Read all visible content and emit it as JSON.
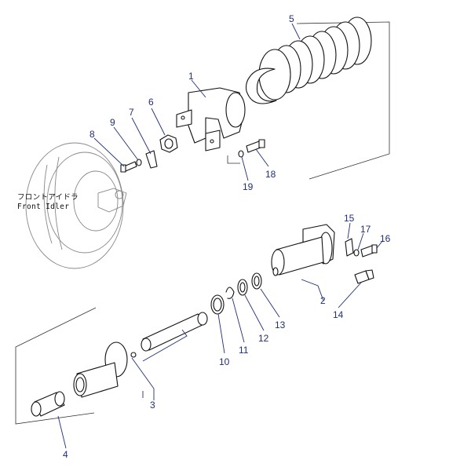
{
  "diagram": {
    "idler_label_jp": "フロントアイドラ",
    "idler_label_en": "Front Idler",
    "callouts": [
      "1",
      "2",
      "3",
      "4",
      "5",
      "6",
      "7",
      "8",
      "9",
      "10",
      "11",
      "12",
      "13",
      "14",
      "15",
      "16",
      "17",
      "18",
      "19"
    ],
    "colors": {
      "callout": "#1f2f7a",
      "line": "#111111",
      "ghost": "#888888"
    }
  }
}
